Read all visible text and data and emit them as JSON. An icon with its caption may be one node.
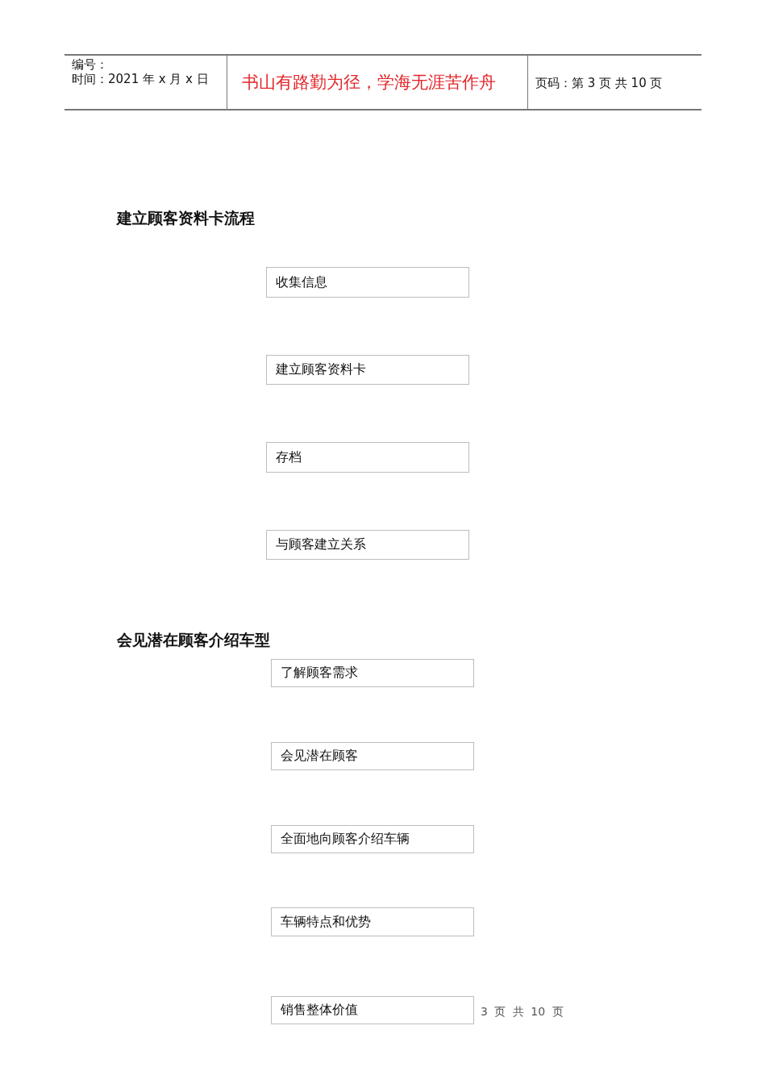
{
  "diagram": {
    "nodes": [
      {
        "text": [
          "收集信息"
        ]
      },
      {
        "text": [
          "建立顾客资料卡"
        ]
      },
      {
        "text": [
          "存档"
        ]
      },
      {
        "text": [
          "与顾客建立关系"
        ]
      },
      {
        "text": [
          "了解顾客需求"
        ]
      },
      {
        "text": [
          "会见潜在顾客"
        ]
      },
      {
        "text": [
          "全面地向顾客介绍车辆"
        ]
      },
      {
        "text": [
          "车辆特点和优势"
        ]
      },
      {
        "text": [
          "销售整体价值"
        ]
      }
    ],
    "labels": [
      "编号：",
      "时间：2021 年 x 月 x 日",
      "书山有路勤为径，学海无涯苦作舟",
      "页码：第 3 页 共 10 页",
      "建立顾客资料卡流程",
      "会见潜在顾客介绍车型",
      "3 页 共 10 页"
    ]
  }
}
